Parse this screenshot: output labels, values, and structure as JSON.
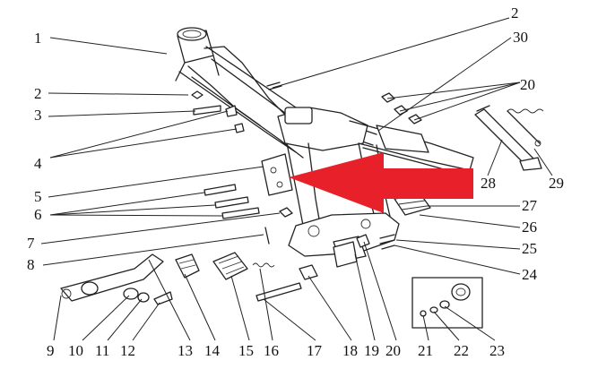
{
  "callouts": {
    "c1": "1",
    "c2a": "2",
    "c30": "30",
    "c2b": "2",
    "c20a": "20",
    "c3": "3",
    "c4": "4",
    "c5": "5",
    "c28": "28",
    "c29": "29",
    "c6": "6",
    "c27": "27",
    "c7": "7",
    "c26": "26",
    "c25": "25",
    "c8": "8",
    "c24": "24",
    "c9": "9",
    "c10": "10",
    "c11": "11",
    "c12": "12",
    "c13": "13",
    "c14": "14",
    "c15": "15",
    "c16": "16",
    "c17": "17",
    "c18": "18",
    "c19": "19",
    "c20b": "20",
    "c21": "21",
    "c22": "22",
    "c23": "23"
  },
  "colors": {
    "arrow": "#e8202a",
    "line": "#222222"
  }
}
